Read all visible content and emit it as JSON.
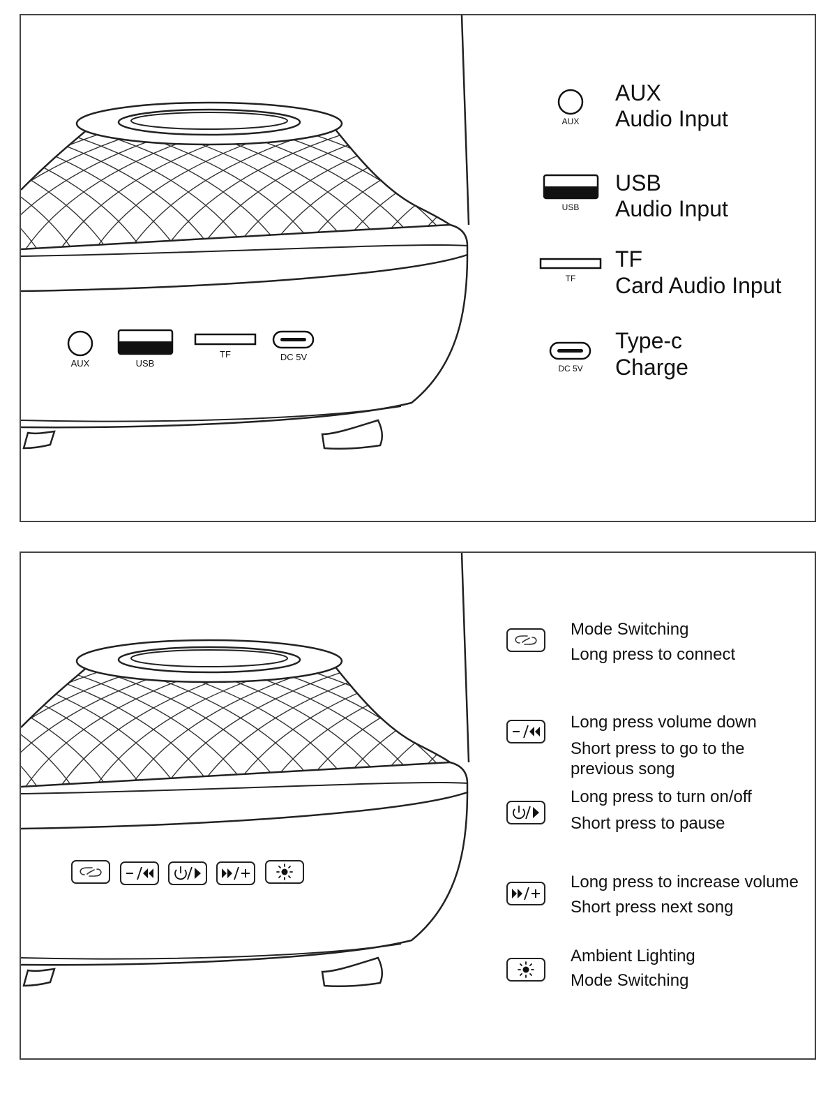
{
  "ports_panel": {
    "device_port_labels": {
      "aux": "AUX",
      "usb": "USB",
      "tf": "TF",
      "dc": "DC 5V"
    },
    "legend": [
      {
        "icon": "aux-port-icon",
        "icon_label": "AUX",
        "title": "AUX",
        "subtitle": "Audio Input"
      },
      {
        "icon": "usb-port-icon",
        "icon_label": "USB",
        "title": "USB",
        "subtitle": "Audio Input"
      },
      {
        "icon": "tf-slot-icon",
        "icon_label": "TF",
        "title": "TF",
        "subtitle": "Card Audio Input"
      },
      {
        "icon": "type-c-port-icon",
        "icon_label": "DC 5V",
        "title": "Type-c",
        "subtitle": "Charge"
      }
    ]
  },
  "buttons_panel": {
    "legend": [
      {
        "icon": "link-mode-icon",
        "lines": [
          "Mode Switching",
          "Long press to connect"
        ]
      },
      {
        "icon": "volume-down-previous-icon",
        "icon_text": "−/◀◀",
        "lines": [
          "Long press volume down",
          "Short press to go to the",
          "previous song"
        ]
      },
      {
        "icon": "power-play-icon",
        "icon_text": "⏻/▶",
        "lines": [
          "Long press to turn on/off",
          "Short press to pause"
        ]
      },
      {
        "icon": "next-volume-up-icon",
        "icon_text": "▶▶/+",
        "lines": [
          "Long press to increase volume",
          "Short press next song"
        ]
      },
      {
        "icon": "ambient-light-icon",
        "lines": [
          "Ambient Lighting",
          "Mode Switching"
        ]
      }
    ]
  }
}
